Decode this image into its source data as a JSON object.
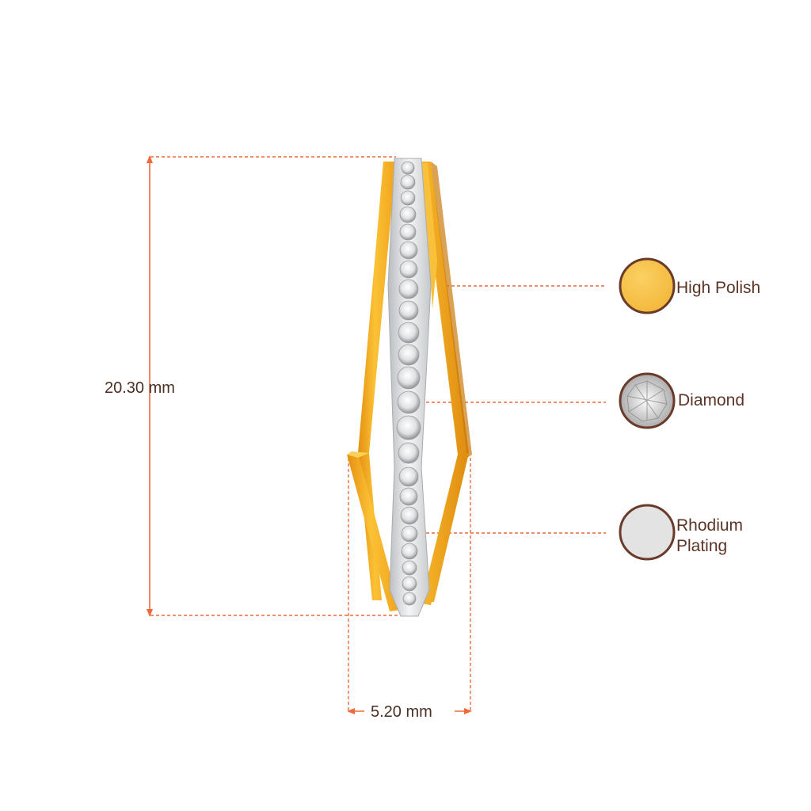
{
  "dimensions": {
    "height": "20.30 mm",
    "width": "5.20 mm"
  },
  "materials": [
    {
      "id": "high-polish",
      "lines": [
        "High Polish"
      ],
      "swatch_color": "#f6c144",
      "icon": "gold-swatch-icon"
    },
    {
      "id": "diamond",
      "lines": [
        "Diamond"
      ],
      "swatch_color": "#e8e8e8",
      "icon": "diamond-swatch-icon"
    },
    {
      "id": "rhodium",
      "lines": [
        "Rhodium",
        "Plating"
      ],
      "swatch_color": "#e3e3e3",
      "icon": "rhodium-swatch-icon"
    }
  ],
  "colors": {
    "dimension_line": "#ee6a3a",
    "label_text": "#5a3426",
    "swatch_border": "#6a3b2a",
    "gold": "#f5b523",
    "gold_dark": "#e08e12",
    "silver": "#d9dbde"
  }
}
